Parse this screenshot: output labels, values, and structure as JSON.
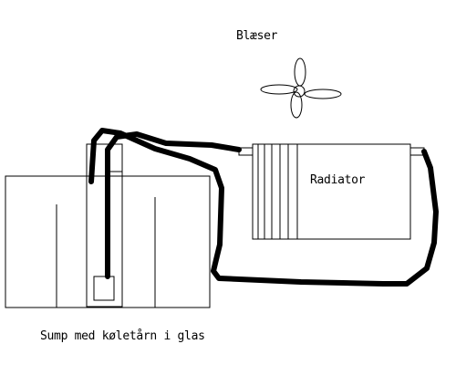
{
  "labels": {
    "fan": "Blæser",
    "radiator": "Radiator",
    "sump": "Sump med køletårn i glas"
  },
  "colors": {
    "stroke": "#000000",
    "background": "#ffffff"
  }
}
